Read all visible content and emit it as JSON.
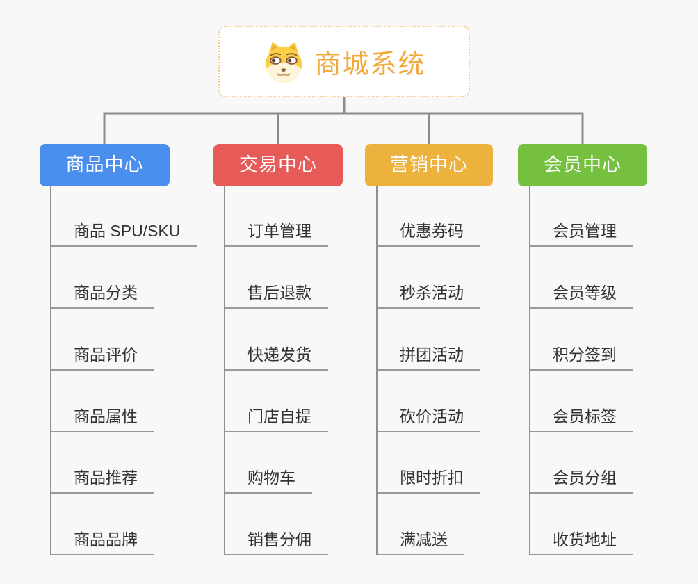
{
  "root": {
    "title": "商城系统",
    "icon": "dog-face-icon"
  },
  "colors": {
    "background": "#F8F8F8",
    "root_border": "#F6CA87",
    "root_text": "#F2A93C",
    "connector": "#8C8C8C",
    "underline": "#9A9A9A",
    "leaf_text": "#333333",
    "branch_text": "#FFFFFF"
  },
  "branches": [
    {
      "label": "商品中心",
      "color": "#4B8FEE",
      "items": [
        "商品 SPU/SKU",
        "商品分类",
        "商品评价",
        "商品属性",
        "商品推荐",
        "商品品牌"
      ]
    },
    {
      "label": "交易中心",
      "color": "#E65B57",
      "items": [
        "订单管理",
        "售后退款",
        "快递发货",
        "门店自提",
        "购物车",
        "销售分佣"
      ]
    },
    {
      "label": "营销中心",
      "color": "#EDB13E",
      "items": [
        "优惠券码",
        "秒杀活动",
        "拼团活动",
        "砍价活动",
        "限时折扣",
        "满减送"
      ]
    },
    {
      "label": "会员中心",
      "color": "#75C03F",
      "items": [
        "会员管理",
        "会员等级",
        "积分签到",
        "会员标签",
        "会员分组",
        "收货地址"
      ]
    }
  ]
}
